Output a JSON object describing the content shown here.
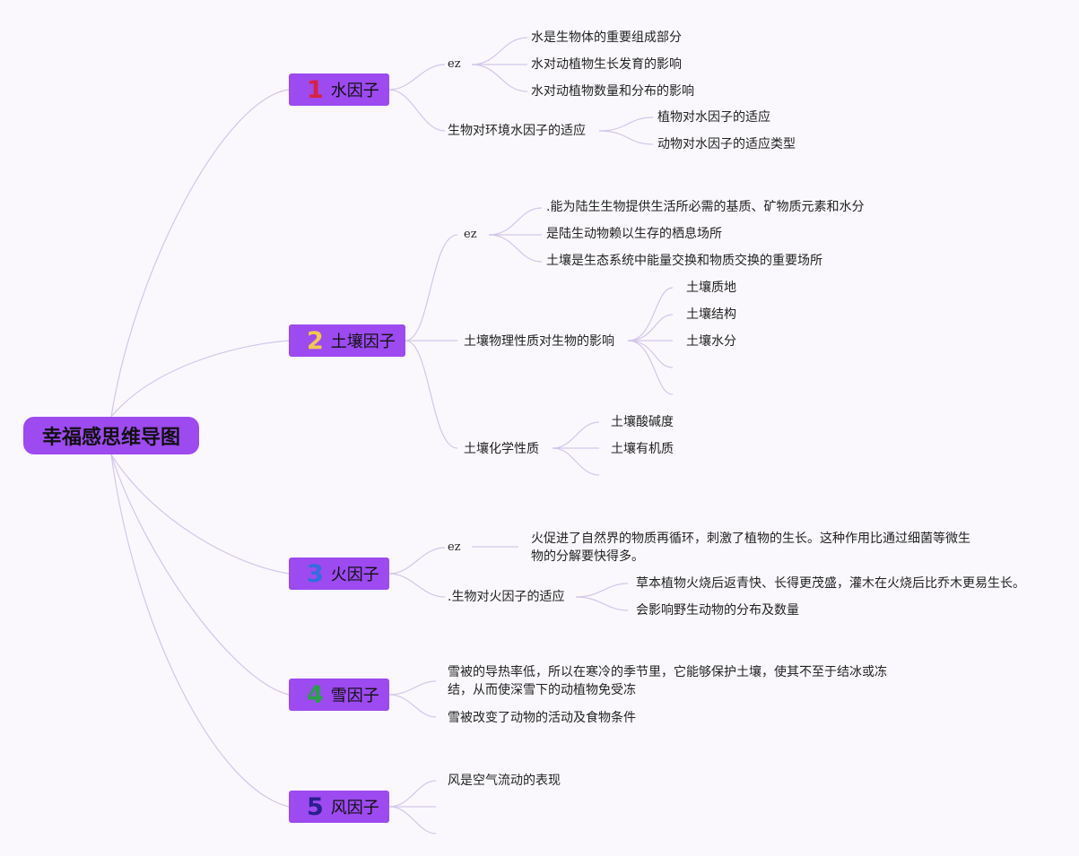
{
  "root": "幸福感思维导图",
  "colors": {
    "node_bg": "#9d4af0",
    "line": "#d3c6ea",
    "num1": "#d8223c",
    "num2": "#f2c94c",
    "num3": "#2f6fdf",
    "num4": "#25a244",
    "num5": "#2a1f8f"
  },
  "branches": [
    {
      "num": "1",
      "label": "水因子",
      "sub1_label": "ez",
      "sub1_items": [
        "水是生物体的重要组成部分",
        "水对动植物生长发育的影响",
        "水对动植物数量和分布的影响"
      ],
      "sub2_label": "生物对环境水因子的适应",
      "sub2_items": [
        "植物对水因子的适应",
        "动物对水因子的适应类型"
      ]
    },
    {
      "num": "2",
      "label": "土壤因子",
      "sub1_label": "ez",
      "sub1_items": [
        ".能为陆生生物提供生活所必需的基质、矿物质元素和水分",
        "是陆生动物赖以生存的栖息场所",
        "土壤是生态系统中能量交换和物质交换的重要场所"
      ],
      "sub2_label": "土壤物理性质对生物的影响",
      "sub2_items": [
        "土壤质地",
        "土壤结构",
        "土壤水分"
      ],
      "sub3_label": "土壤化学性质",
      "sub3_items": [
        "土壤酸碱度",
        "土壤有机质"
      ]
    },
    {
      "num": "3",
      "label": "火因子",
      "sub1_label": "ez",
      "sub1_text": "火促进了自然界的物质再循环，刺激了植物的生长。这种作用比通过细菌等微生物的分解要快得多。",
      "sub2_label": ".生物对火因子的适应",
      "sub2_items": [
        "草本植物火烧后返青快、长得更茂盛，灌木在火烧后比乔木更易生长。",
        "会影响野生动物的分布及数量"
      ]
    },
    {
      "num": "4",
      "label": "雪因子",
      "items": [
        "雪被的导热率低，所以在寒冷的季节里，它能够保护土壤，使其不至于结冰或冻结，从而使深雪下的动植物免受冻",
        "雪被改变了动物的活动及食物条件"
      ]
    },
    {
      "num": "5",
      "label": "风因子",
      "items": [
        "风是空气流动的表现"
      ]
    }
  ]
}
